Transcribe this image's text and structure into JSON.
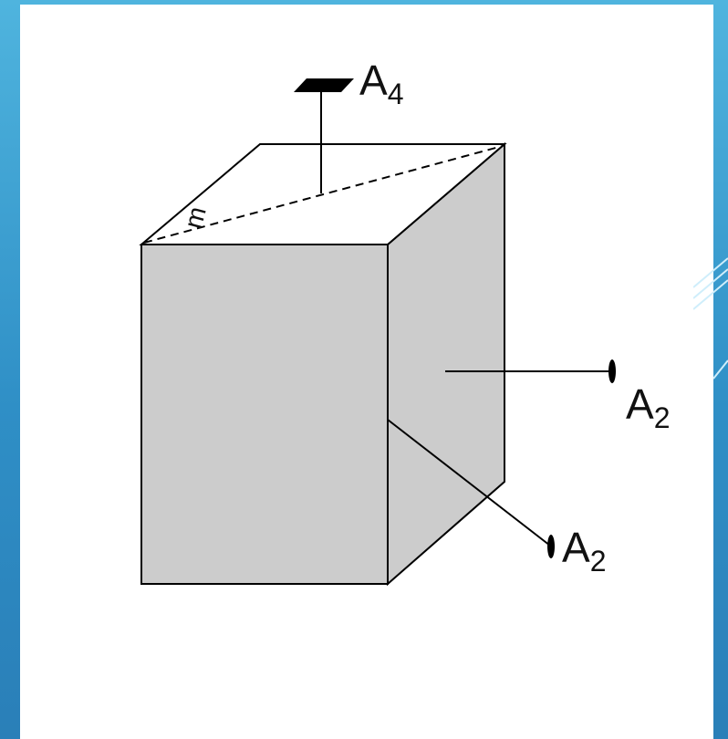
{
  "diagram": {
    "labels": {
      "axis_top": {
        "letter": "A",
        "subscript": "4"
      },
      "axis_right": {
        "letter": "A",
        "subscript": "2"
      },
      "axis_diagonal": {
        "letter": "A",
        "subscript": "2"
      },
      "mirror_plane": "m"
    },
    "colors": {
      "background_blue": "#3a9fd2",
      "panel": "#ffffff",
      "prism_fill": "#cccccc",
      "line": "#000000"
    },
    "icons": {
      "fourfold_axis_symbol": "filled-square",
      "twofold_axis_symbol": "filled-lens"
    }
  }
}
